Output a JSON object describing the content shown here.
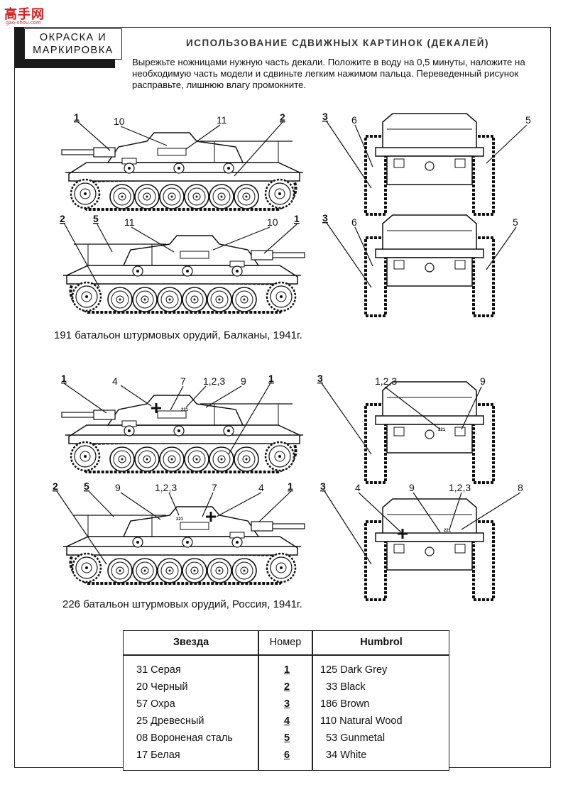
{
  "watermark": {
    "logo": "高手网",
    "url": "gao-shou.com"
  },
  "section_title": [
    "ОКРАСКА И",
    "МАРКИРОВКА"
  ],
  "heading": "ИСПОЛЬЗОВАНИЕ СДВИЖНЫХ КАРТИНОК (ДЕКАЛЕЙ)",
  "instructions": "Вырежьте ножницами нужную часть декали. Положите в воду на 0,5 минуты, наложите на необходимую часть модели и сдвиньте легким нажимом пальца. Переведенный рисунок расправьте, лишнюю влагу промокните.",
  "variant1": {
    "caption": "191 батальон штурмовых орудий, Балканы, 1941г.",
    "side_view_right_labels": [
      "1",
      "10",
      "11",
      "2"
    ],
    "side_view_left_labels": [
      "2",
      "5",
      "11",
      "10",
      "1"
    ],
    "rear_view_labels": [
      "3",
      "6",
      "5"
    ],
    "front_view_labels": [
      "3",
      "6",
      "5"
    ]
  },
  "variant2": {
    "caption": "226 батальон штурмовых орудий, Россия, 1941г.",
    "side_view_right_labels": [
      "1",
      "4",
      "7",
      "1,2,3",
      "9",
      "1"
    ],
    "side_view_left_labels": [
      "2",
      "5",
      "9",
      "1,2,3",
      "7",
      "4",
      "1"
    ],
    "rear_view_labels": [
      "3",
      "1,2,3",
      "9"
    ],
    "front_view_labels": [
      "3",
      "4",
      "9",
      "1,2,3",
      "8"
    ],
    "hull_number": "221"
  },
  "paint_table": {
    "headers": [
      "Звезда",
      "Номер",
      "Humbrol"
    ],
    "rows": [
      {
        "zvezda": "31 Серая",
        "number": "1",
        "humbrol": "125 Dark Grey"
      },
      {
        "zvezda": "20 Черный",
        "number": "2",
        "humbrol": "  33 Black"
      },
      {
        "zvezda": "57 Охра",
        "number": "3",
        "humbrol": "186 Brown"
      },
      {
        "zvezda": "25 Древесный",
        "number": "4",
        "humbrol": "110 Natural Wood"
      },
      {
        "zvezda": "08 Вороненая сталь",
        "number": "5",
        "humbrol": "  53 Gunmetal"
      },
      {
        "zvezda": "17 Белая",
        "number": "6",
        "humbrol": "  34 White"
      }
    ]
  }
}
